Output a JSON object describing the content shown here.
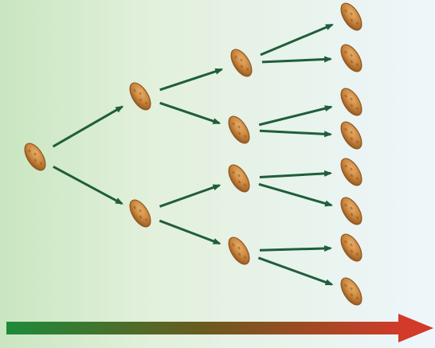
{
  "diagram": {
    "kind": "binary fission / exponential doubling tree",
    "generations": [
      {
        "index": 0,
        "cells": 1
      },
      {
        "index": 1,
        "cells": 2
      },
      {
        "index": 2,
        "cells": 4
      },
      {
        "index": 3,
        "cells": 8
      }
    ],
    "colors": {
      "background_left": "#c9e6c0",
      "background_right": "#eef6fb",
      "cell_fill": "#c8843c",
      "cell_dark": "#8f5520",
      "cell_highlight": "#e9b06a",
      "arrow": "#1f5e3a",
      "time_arrow_start": "#1e8a3a",
      "time_arrow_mid": "#6a5a1e",
      "time_arrow_end": "#d23a2a"
    },
    "icons": {
      "cell": "bacterium-icon",
      "link": "arrow-right-icon",
      "axis": "time-arrow-icon"
    }
  }
}
